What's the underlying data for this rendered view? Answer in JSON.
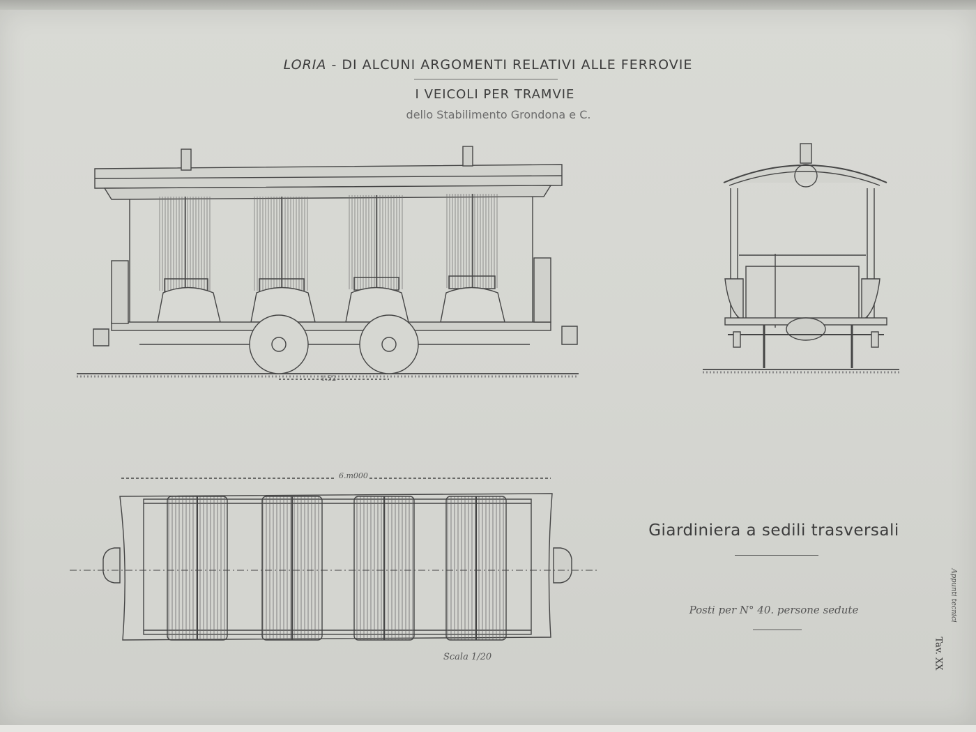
{
  "header": {
    "author": "LORIA",
    "title_rest": "- DI ALCUNI ARGOMENTI RELATIVI ALLE FERROVIE",
    "subtitle": "I VEICOLI PER TRAMVIE",
    "company": "dello Stabilimento Grondona e C."
  },
  "drawings": {
    "side_view": {
      "dimension": "1.52"
    },
    "plan_view": {
      "dimension": "6.m000"
    },
    "scale_label": "Scala 1/20"
  },
  "caption": {
    "title": "Giardiniera a sedili trasversali",
    "seats": "Posti per N° 40. persone sedute"
  },
  "margin": {
    "series_note": "Appunti tecnici",
    "plate": "Tav. XX"
  }
}
